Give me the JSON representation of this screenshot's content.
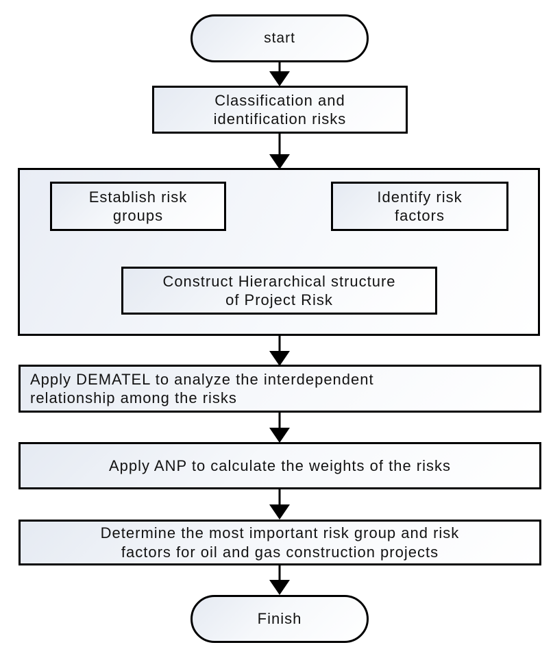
{
  "diagram": {
    "title": "Risk analysis methodology flowchart",
    "stroke_color": "#000000",
    "fill_gradient": [
      "#e5eaf2",
      "#ffffff"
    ],
    "nodes": {
      "start": {
        "type": "terminator",
        "label": "start"
      },
      "classification": {
        "type": "process",
        "label": "Classification and\nidentification risks"
      },
      "establish": {
        "type": "process",
        "label": "Establish risk\ngroups"
      },
      "identify": {
        "type": "process",
        "label": "Identify risk\nfactors"
      },
      "construct": {
        "type": "process",
        "label": "Construct Hierarchical structure\nof Project Risk"
      },
      "dematel": {
        "type": "process",
        "label": "Apply DEMATEL to analyze the interdependent\nrelationship among the risks"
      },
      "anp": {
        "type": "process",
        "label": "Apply ANP to calculate the weights of the risks"
      },
      "determine": {
        "type": "process",
        "label": "Determine the most important risk group and risk\nfactors for oil and gas construction projects"
      },
      "finish": {
        "type": "terminator",
        "label": "Finish"
      }
    },
    "edges": [
      {
        "from": "start",
        "to": "classification",
        "style": "arrow"
      },
      {
        "from": "classification",
        "to": "structuring-group",
        "style": "arrow"
      },
      {
        "from": "establish",
        "to": "identify",
        "style": "plain-line"
      },
      {
        "from": "establish+identify",
        "to": "construct",
        "style": "merged-elbow-arrow"
      },
      {
        "from": "structuring-group",
        "to": "dematel",
        "style": "arrow"
      },
      {
        "from": "dematel",
        "to": "anp",
        "style": "arrow"
      },
      {
        "from": "anp",
        "to": "determine",
        "style": "arrow"
      },
      {
        "from": "determine",
        "to": "finish",
        "style": "arrow"
      }
    ]
  }
}
